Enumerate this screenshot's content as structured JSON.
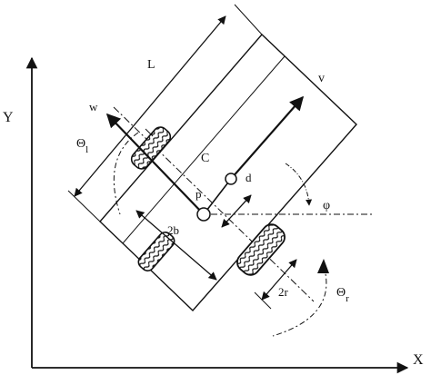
{
  "diagram": {
    "axes": {
      "x_label": "X",
      "y_label": "Y"
    },
    "labels": {
      "length": "L",
      "velocity": "v",
      "angular_velocity": "w",
      "theta_left_symbol": "Θ",
      "theta_left_subscript": "l",
      "center": "C",
      "point": "p",
      "offset": "d",
      "heading": "φ",
      "wheel_base": "2b",
      "wheel_diameter": "2r",
      "theta_right_symbol": "Θ",
      "theta_right_subscript": "r"
    },
    "colors": {
      "stroke": "#111111",
      "background": "#ffffff"
    }
  }
}
